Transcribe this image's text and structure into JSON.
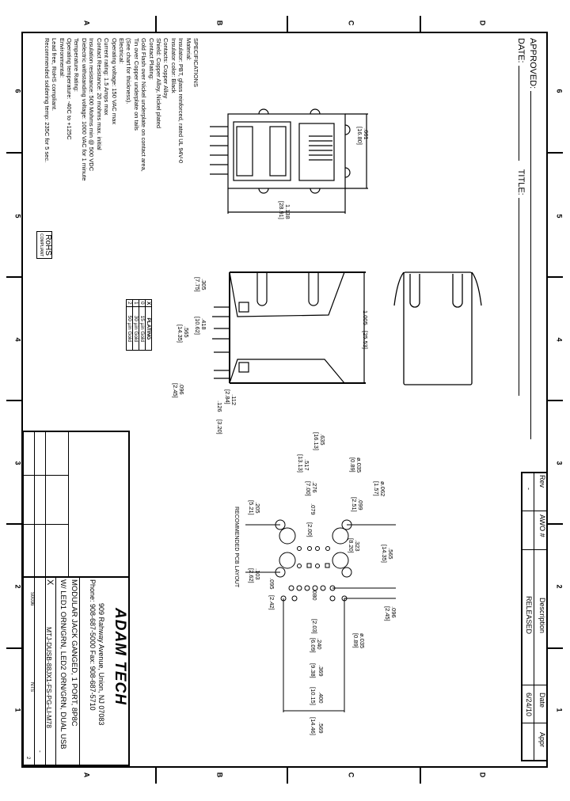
{
  "border": {
    "zone_letters": [
      "A",
      "B",
      "C",
      "D"
    ],
    "zone_numbers": [
      "6",
      "5",
      "4",
      "3",
      "2",
      "1"
    ]
  },
  "approval": {
    "approved_label": "APPROVED:",
    "date_label": "DATE:",
    "title_label": "TITLE:"
  },
  "revision_block": {
    "headers": [
      "Rev",
      "AWO #",
      "Description",
      "Date",
      "Appr"
    ],
    "row": {
      "rev": "-",
      "awo": "",
      "description": "RELEASED",
      "date": "6/24/10",
      "appr": ""
    }
  },
  "specifications": {
    "heading": "SPECIFICATIONS",
    "lines": [
      "Material:",
      "Insulator: PBT, glass reinforced, rated UL 94V-0",
      "Insulator color: Black",
      "Contacts: Copper Alloy",
      "Shield: Copper Alloy, Nickel plated",
      "Contact Plating:",
      "Gold Flash over Nickel underplate on contact area,",
      "Tin over Copper underplate on tails",
      "(See chart for thickness).",
      "Electrical:",
      "Operating voltage: 150 VAC max",
      "Current rating: 1.5 Amps max",
      "Contact Resistance: 20 mohms max. initial",
      "Insulation resistance: 500 Mohms min @ 500 VDC",
      "Dielectric withstanding voltage: 1000 VAC for 1 minute",
      "Temperature Rating:",
      "Operating temperature: -40C to +125C",
      "Environmental:",
      "Lead free, RoHS compliant.",
      "Recommended soldering temp: 235C for 5 sec."
    ],
    "rohs_badge": {
      "line1": "RoHS",
      "line2": "COMPLIANT"
    }
  },
  "plating_table": {
    "headers": [
      "X",
      "PLATING"
    ],
    "rows": [
      [
        "0",
        "15 µin Gold"
      ],
      [
        "1",
        "30 µin Gold"
      ],
      [
        "2",
        "50 µin Gold"
      ]
    ]
  },
  "top_view": {
    "dims": [
      {
        "in": ".661",
        "mm": "[16.80]"
      },
      {
        "in": "1.138",
        "mm": "[28.91]"
      }
    ]
  },
  "side_view": {
    "dims": [
      {
        "in": "1.005",
        "mm": "[25.53]"
      },
      {
        "in": ".305",
        "mm": "[7.75]"
      },
      {
        "in": ".418",
        "mm": "[10.62]"
      },
      {
        "in": ".565",
        "mm": "[14.35]"
      },
      {
        "in": ".096",
        "mm": "[2.45]"
      },
      {
        "in": ".112",
        "mm": "[2.84]"
      },
      {
        "in": ".126",
        "mm": "[3.20]"
      }
    ]
  },
  "pcb_layout": {
    "label": "RECOMMENDED PCB LAYOUT",
    "dims": [
      {
        "in": ".635",
        "mm": "[16.13]"
      },
      {
        "in": "ø.035",
        "mm": "[0.89]"
      },
      {
        "in": "ø.062",
        "mm": "[1.57]"
      },
      {
        "in": ".099",
        "mm": "[2.51]"
      },
      {
        "in": ".517",
        "mm": "[13.13]"
      },
      {
        "in": ".276",
        "mm": "[7.00]"
      },
      {
        "in": ".079",
        "mm": "[2.00]"
      },
      {
        "in": ".323",
        "mm": "[8.20]"
      },
      {
        "in": ".565",
        "mm": "[14.35]"
      },
      {
        "in": ".205",
        "mm": "[5.21]"
      },
      {
        "in": ".103",
        "mm": "[2.62]"
      },
      {
        "in": ".095",
        "mm": "[2.42]"
      },
      {
        "in": ".080",
        "mm": "[2.03]"
      },
      {
        "in": ".240",
        "mm": "[6.09]"
      },
      {
        "in": ".369",
        "mm": "[9.38]"
      },
      {
        "in": ".400",
        "mm": "[10.15]"
      },
      {
        "in": ".569",
        "mm": "[14.46]"
      },
      {
        "in": ".096",
        "mm": "[2.45]"
      },
      {
        "in": "ø.035",
        "mm": "[0.89]"
      }
    ]
  },
  "title_block": {
    "company": "ADAM TECH",
    "address": "909 Rahway Avenue, Union, NJ 07083",
    "phone": "Phone: 908-687-5000 Fax: 908-687-5710",
    "title_line1": "MODULAR JACK GANGED, 1 PORT, 8P8C",
    "title_line2": "W/ LED1 ORN/GRN, LED2 ORN/GRN, DUAL USB",
    "size": "X",
    "part_number": "MTJ-DUSB-88JX1-FS-PG-LI-M78",
    "doc_number": "S0036",
    "scale": "NTS",
    "rev": "-",
    "sheet": "2"
  }
}
